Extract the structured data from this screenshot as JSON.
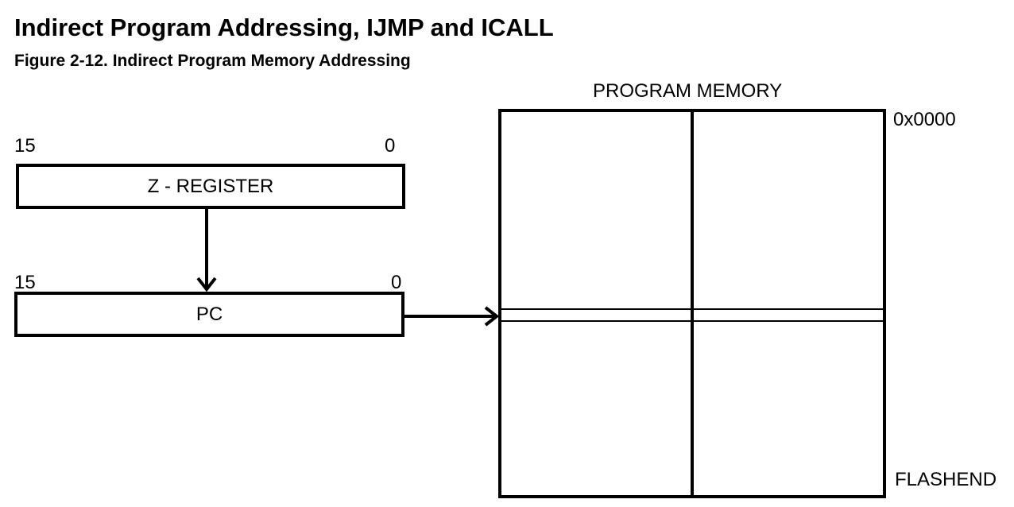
{
  "heading": "Indirect Program Addressing, IJMP and ICALL",
  "figure_caption": "Figure 2-12.  Indirect Program Memory Addressing",
  "z_register": {
    "label": "Z - REGISTER",
    "bit_high": "15",
    "bit_low": "0"
  },
  "pc_register": {
    "label": "PC",
    "bit_high": "15",
    "bit_low": "0"
  },
  "program_memory": {
    "label": "PROGRAM MEMORY",
    "start_address": "0x0000",
    "end_address": "FLASHEND"
  }
}
